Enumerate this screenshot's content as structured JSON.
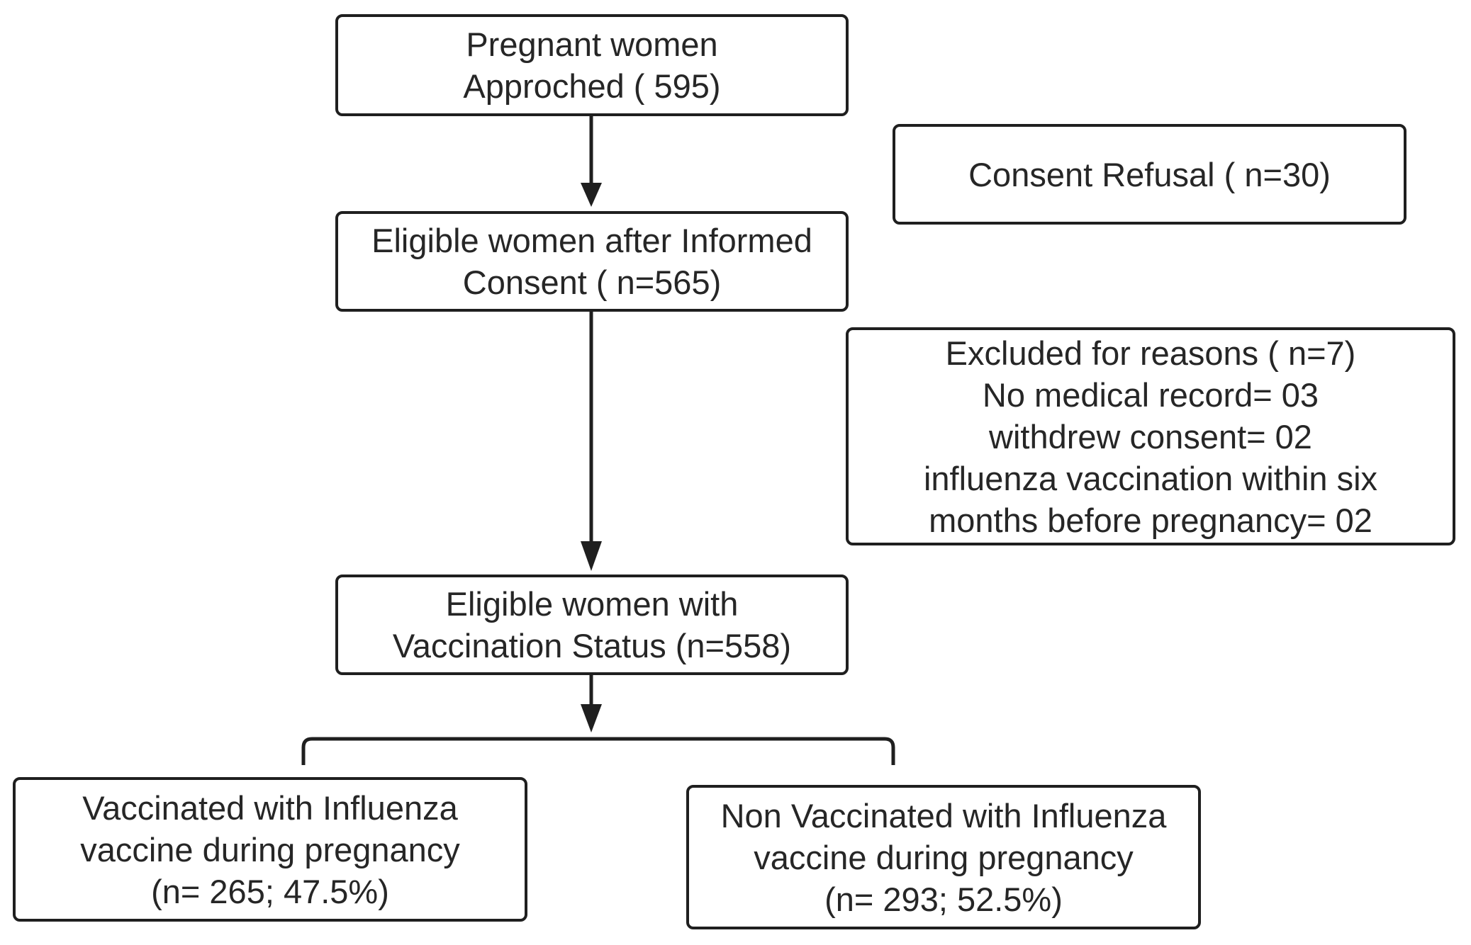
{
  "flowchart": {
    "approached": {
      "lines": [
        "Pregnant women",
        "Approched  ( 595)"
      ]
    },
    "consent_refusal": {
      "lines": [
        "Consent Refusal ( n=30)"
      ]
    },
    "eligible_consent": {
      "lines": [
        "Eligible women after Informed",
        "Consent ( n=565)"
      ]
    },
    "excluded": {
      "lines": [
        "Excluded for reasons ( n=7)",
        "No medical record= 03",
        "withdrew consent= 02",
        "influenza vaccination within six",
        "months before pregnancy= 02"
      ]
    },
    "vaccination_status": {
      "lines": [
        "Eligible women with",
        "Vaccination Status (n=558)"
      ]
    },
    "vaccinated": {
      "lines": [
        "Vaccinated with Influenza",
        "vaccine during pregnancy",
        "(n= 265; 47.5%)"
      ]
    },
    "non_vaccinated": {
      "lines": [
        "Non Vaccinated with Influenza",
        "vaccine during pregnancy",
        "(n= 293; 52.5%)"
      ]
    }
  },
  "colors": {
    "stroke": "#1f1f1f",
    "text": "#262626",
    "background": "#ffffff"
  }
}
